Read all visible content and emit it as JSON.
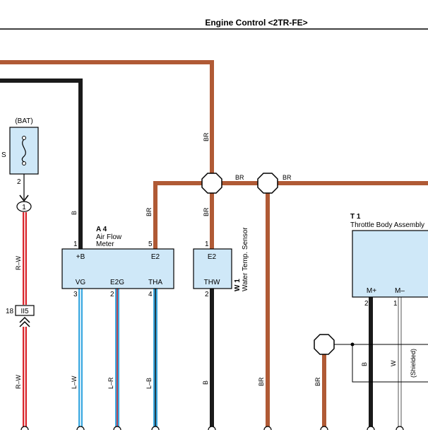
{
  "header": {
    "title": "Engine Control <2TR-FE>"
  },
  "bat": {
    "label": "(BAT)",
    "side_letter": "S",
    "pin": "2",
    "junction": "1"
  },
  "connector_ii5": {
    "pin": "18",
    "name": "II5"
  },
  "air_flow_meter": {
    "id": "A 4",
    "name_line1": "Air Flow",
    "name_line2": "Meter",
    "pins_top": [
      {
        "num": "1",
        "label": "+B"
      },
      {
        "num": "5",
        "label": "E2"
      }
    ],
    "pins_bottom": [
      {
        "num": "3",
        "label": "VG"
      },
      {
        "num": "2",
        "label": "E2G"
      },
      {
        "num": "4",
        "label": "THA"
      }
    ]
  },
  "water_temp_sensor": {
    "id": "W 1",
    "name": "Water Temp. Sensor",
    "pin_top": {
      "num": "1",
      "label": "E2"
    },
    "pin_bottom": {
      "num": "2",
      "label": "THW"
    }
  },
  "throttle_body": {
    "id": "T 1",
    "name": "Throttle Body Assembly",
    "pins": [
      {
        "num": "2",
        "label": "M+"
      },
      {
        "num": "1",
        "label": "M–"
      }
    ]
  },
  "wire_labels": {
    "br_top_vertical": "BR",
    "br_h1": "BR",
    "br_h2": "BR",
    "br_afm_e2": "BR",
    "br_wts_e2": "BR",
    "b_afm_plus": "B",
    "rw_upper": "R–W",
    "rw_lower": "R–W",
    "lw": "L–W",
    "lr": "L–R",
    "lb": "L–B",
    "b_thw": "B",
    "br_lower": "BR",
    "br_lower2": "BR",
    "b_motor": "B",
    "w_motor": "W",
    "shielded": "(Shielded)"
  },
  "colors": {
    "brown": "#b05a35",
    "black": "#1a1a1a",
    "red": "#d9262c",
    "light_blue": "#3aa8e0",
    "box_fill": "#cfe8f8"
  }
}
